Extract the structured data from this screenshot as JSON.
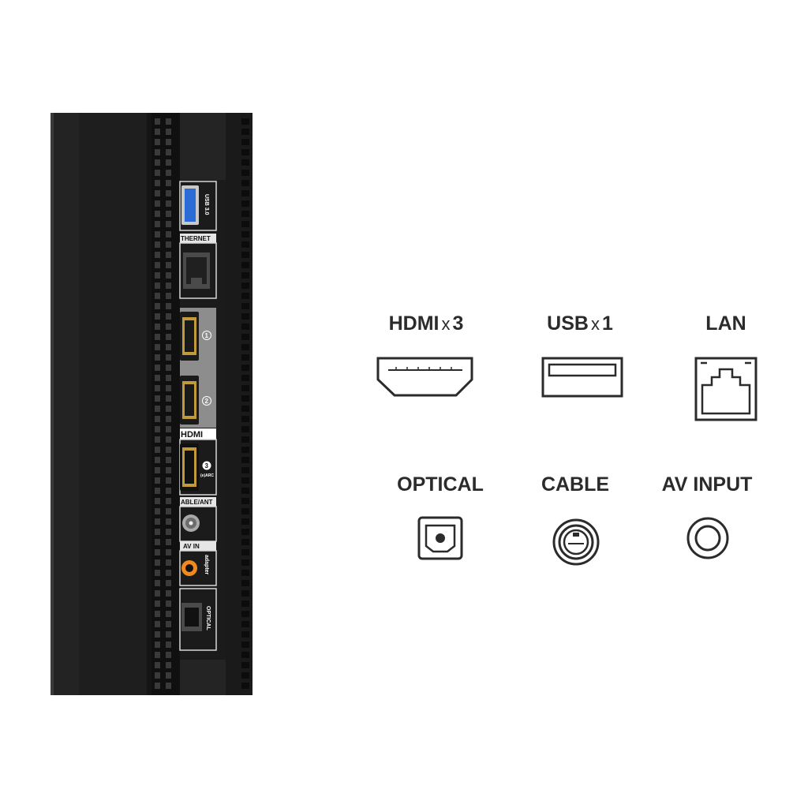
{
  "tv_panel": {
    "labels": {
      "usb": "USB 3.0",
      "ethernet": "THERNET",
      "hdmi": "HDMI",
      "hdmi_1": "1",
      "hdmi_2": "2",
      "hdmi_3": "3",
      "hdmi_3_sub": "(e)ARC",
      "cable_ant": "ABLE/ANT",
      "av_in": "AV IN",
      "adapter": "adapter",
      "optical": "OPTICAL"
    },
    "colors": {
      "body": "#1c1c1c",
      "edge": "#2e2e2e",
      "port_panel": "#1a1a1a",
      "hdmi_plate": "#8a8a8a",
      "usb_blue": "#2a6bd6",
      "av_orange": "#f08a1c"
    }
  },
  "ports": [
    {
      "name": "HDMI",
      "multiplier": "x",
      "count": "3",
      "icon": "hdmi-port-icon"
    },
    {
      "name": "USB",
      "multiplier": "x",
      "count": "1",
      "icon": "usb-port-icon"
    },
    {
      "name": "LAN",
      "multiplier": "",
      "count": "",
      "icon": "lan-port-icon"
    },
    {
      "name": "OPTICAL",
      "multiplier": "",
      "count": "",
      "icon": "optical-port-icon"
    },
    {
      "name": "CABLE",
      "multiplier": "",
      "count": "",
      "icon": "coax-port-icon"
    },
    {
      "name": "AV INPUT",
      "multiplier": "",
      "count": "",
      "icon": "av-input-port-icon"
    }
  ]
}
